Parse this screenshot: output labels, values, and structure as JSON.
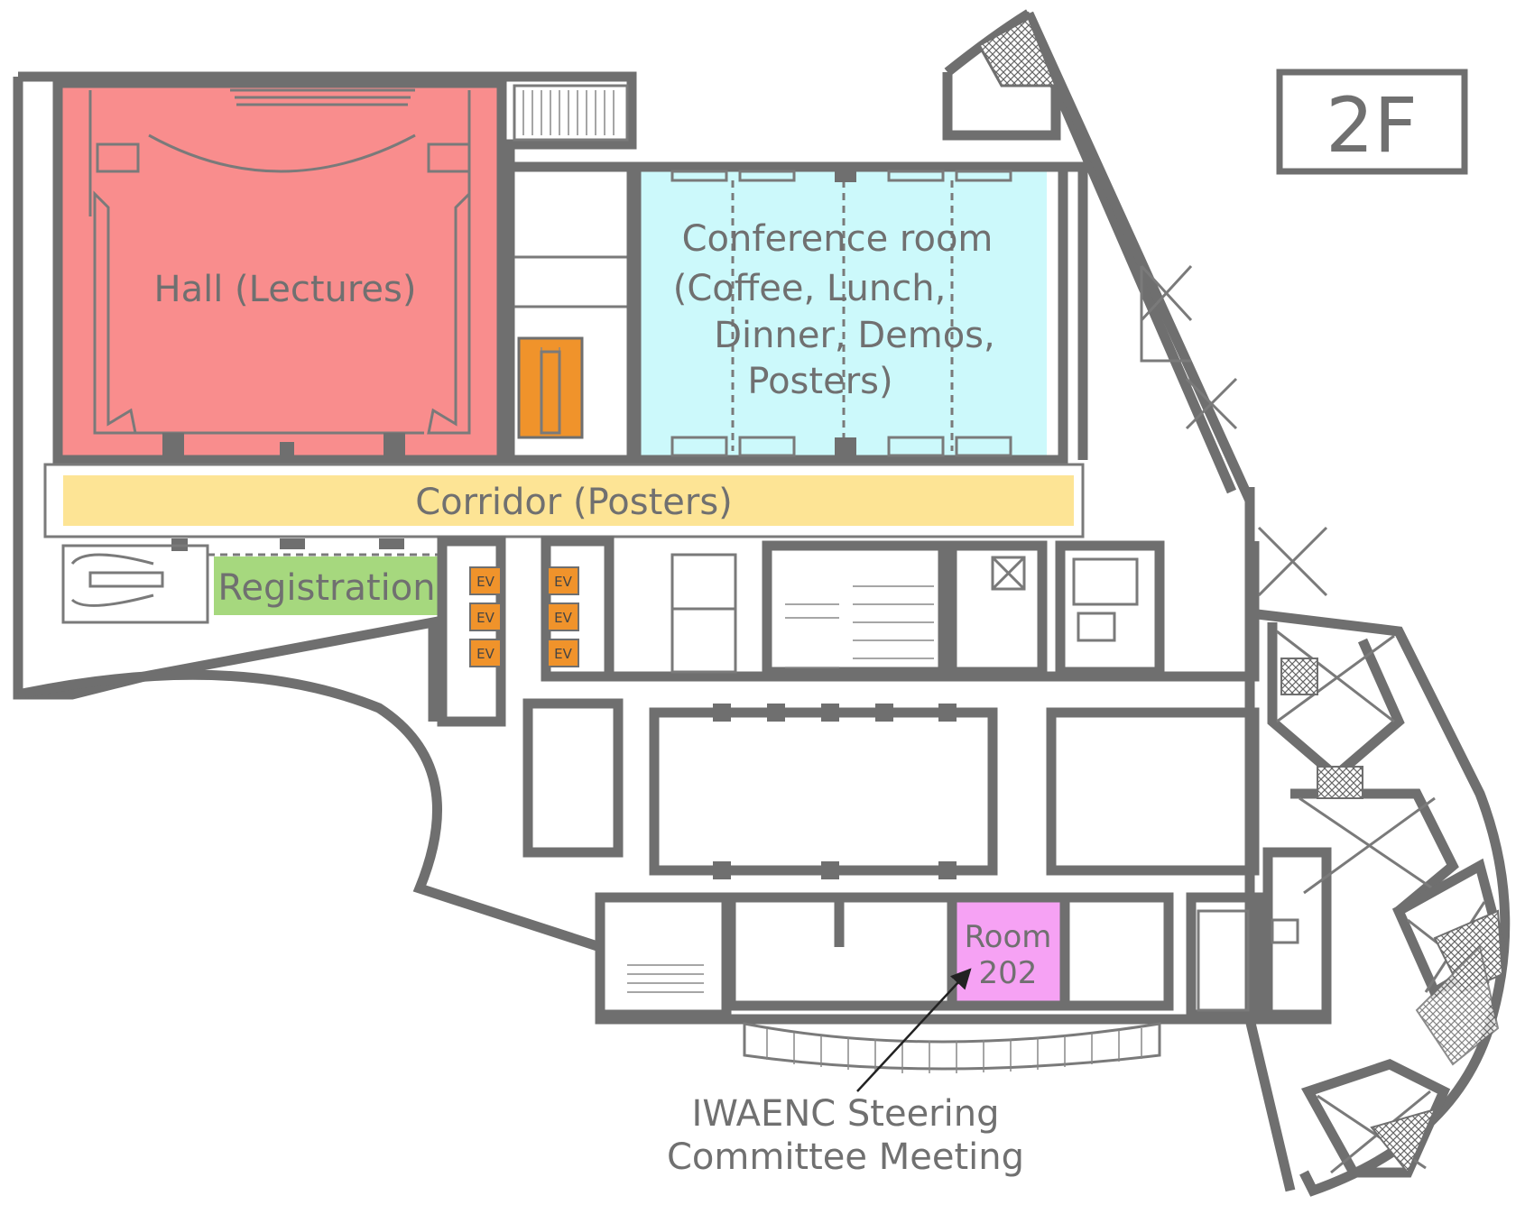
{
  "floor_label": "2F",
  "rooms": {
    "hall": {
      "label": "Hall (Lectures)",
      "color": "#f98d8d"
    },
    "conference": {
      "lines": [
        "Conference room",
        "(Coffee, Lunch,",
        "Dinner, Demos,",
        "Posters)"
      ],
      "color": "#ccf9fb"
    },
    "corridor": {
      "label": "Corridor (Posters)",
      "color": "#fde495"
    },
    "registration": {
      "label": "Registration",
      "color": "#a6d87e"
    },
    "room202": {
      "lines": [
        "Room",
        "202"
      ],
      "color": "#f6a2f4"
    }
  },
  "elevators": {
    "label": "EV",
    "color": "#f0932b"
  },
  "annotation": {
    "lines": [
      "IWAENC Steering",
      "Committee Meeting"
    ],
    "target": "room202"
  },
  "colors": {
    "wall": "#6f6f6f",
    "text": "#707070"
  }
}
